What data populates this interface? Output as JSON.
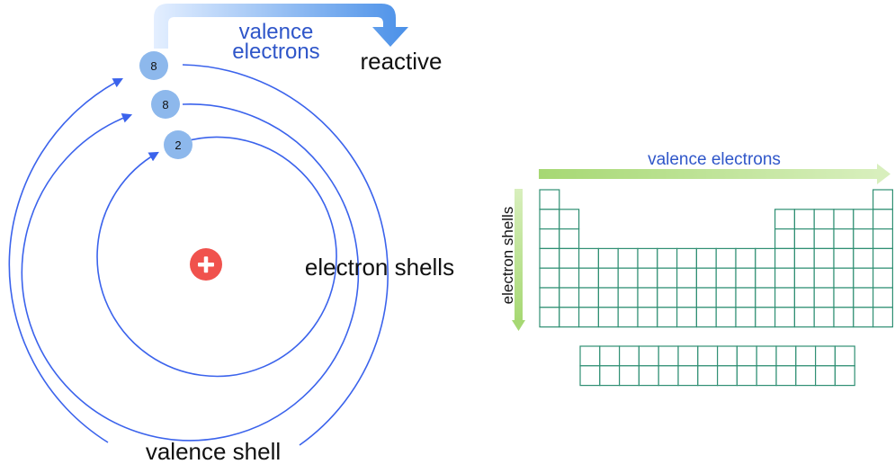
{
  "atom": {
    "shells": [
      {
        "electrons": "2"
      },
      {
        "electrons": "8"
      },
      {
        "electrons": "8"
      }
    ],
    "nucleus_symbol": "+",
    "valence_label_line1": "valence",
    "valence_label_line2": "electrons",
    "reactive_label": "reactive",
    "electron_shells_label": "electron shells",
    "valence_shell_label": "valence shell"
  },
  "periodic_table": {
    "top_arrow_label": "valence electrons",
    "side_arrow_label": "electron shells",
    "main_rows": [
      [
        1,
        0,
        0,
        0,
        0,
        0,
        0,
        0,
        0,
        0,
        0,
        0,
        0,
        0,
        0,
        0,
        0,
        1
      ],
      [
        1,
        1,
        0,
        0,
        0,
        0,
        0,
        0,
        0,
        0,
        0,
        0,
        1,
        1,
        1,
        1,
        1,
        1
      ],
      [
        1,
        1,
        0,
        0,
        0,
        0,
        0,
        0,
        0,
        0,
        0,
        0,
        1,
        1,
        1,
        1,
        1,
        1
      ],
      [
        1,
        1,
        1,
        1,
        1,
        1,
        1,
        1,
        1,
        1,
        1,
        1,
        1,
        1,
        1,
        1,
        1,
        1
      ],
      [
        1,
        1,
        1,
        1,
        1,
        1,
        1,
        1,
        1,
        1,
        1,
        1,
        1,
        1,
        1,
        1,
        1,
        1
      ],
      [
        1,
        1,
        1,
        1,
        1,
        1,
        1,
        1,
        1,
        1,
        1,
        1,
        1,
        1,
        1,
        1,
        1,
        1
      ],
      [
        1,
        1,
        1,
        1,
        1,
        1,
        1,
        1,
        1,
        1,
        1,
        1,
        1,
        1,
        1,
        1,
        1,
        1
      ]
    ],
    "extra_rows": 2,
    "extra_cols": 14
  },
  "colors": {
    "orbit": "#3b63ec",
    "electron": "#8db8ec",
    "nucleus": "#f0524d",
    "cell_stroke": "#2f8f73",
    "arrow_green": "#c5e69a",
    "arrow_blue": "#4a90e8"
  }
}
